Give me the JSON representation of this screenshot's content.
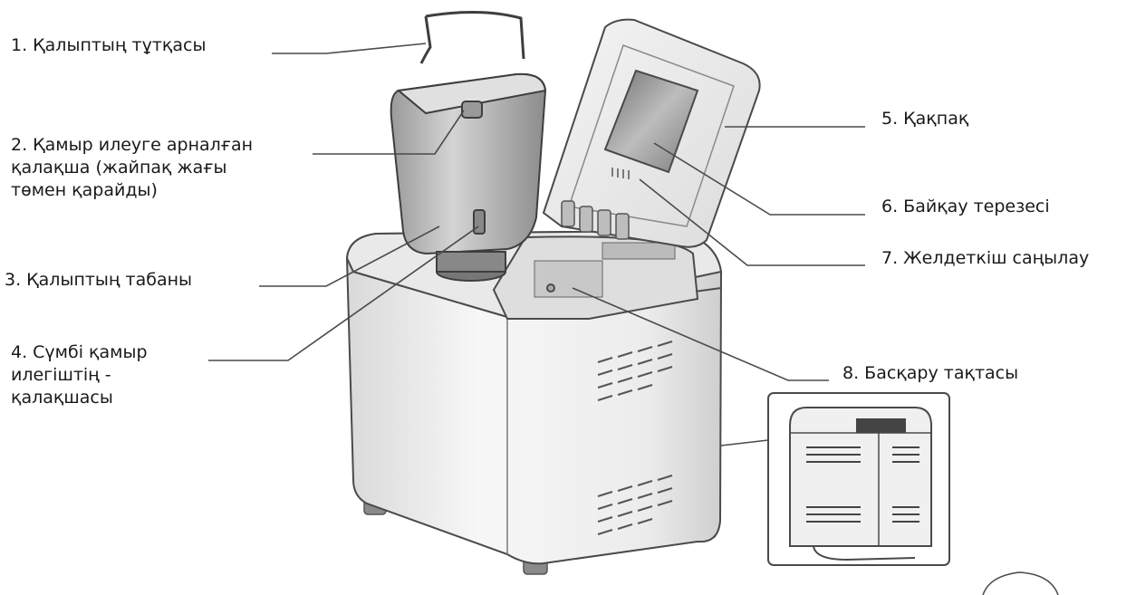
{
  "labels": {
    "l1": [
      "1.  Қалыптың тұтқасы"
    ],
    "l2": [
      "2.   Қамыр илеуге арналған",
      "қалақша (жайпақ жағы",
      "төмен қарайды)"
    ],
    "l3": [
      "3. Қалыптың табаны"
    ],
    "l4": [
      "4.  Сүмбі қамыр",
      "илегіштің -",
      "қалақшасы"
    ],
    "l5": [
      "5. Қақпақ"
    ],
    "l6": [
      "6. Байқау терезесі"
    ],
    "l7": [
      "7. Желдеткіш саңылау"
    ],
    "l8": [
      "8. Басқару тақтасы"
    ]
  },
  "colors": {
    "line": "#4a4a4a",
    "body": "#f2f2f2",
    "shade": "#cfcfcf"
  }
}
